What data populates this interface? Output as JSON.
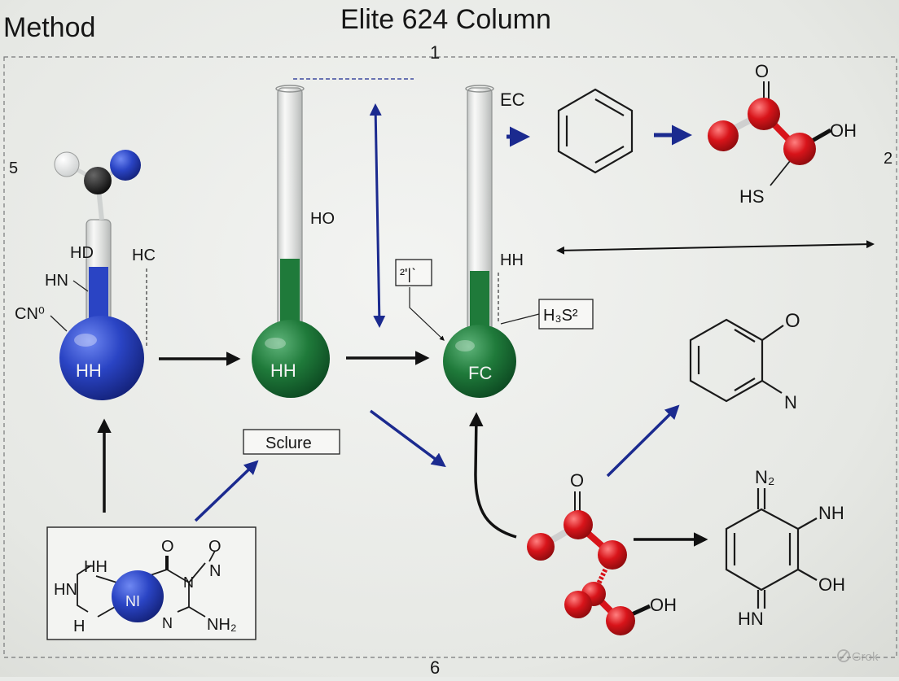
{
  "header": {
    "method": "Method",
    "title": "Elite 624 Column"
  },
  "markers": {
    "top": "1",
    "right": "2",
    "left": "5",
    "bottom": "6"
  },
  "flasks": {
    "blue": {
      "bulb_label": "HH",
      "labels": {
        "hd": "HD",
        "hn": "HN",
        "cno": "CN⁰",
        "hc": "HC"
      }
    },
    "green_middle": {
      "bulb_label": "HH",
      "label_ho": "HO"
    },
    "green_right": {
      "bulb_label": "FC",
      "label_ec": "EC",
      "label_hh": "HH"
    }
  },
  "boxes": {
    "source": "Sclure",
    "small_symbol": "²'|ˋ",
    "h3s2": "H₃S²"
  },
  "molecules": {
    "thioacid": {
      "o": "O",
      "oh": "OH",
      "hs": "HS"
    },
    "aminophenol": {
      "o": "O",
      "n": "N"
    },
    "quinone": {
      "n2": "N₂",
      "nh": "NH",
      "oh": "OH",
      "hn": "HN"
    },
    "chain": {
      "o": "O",
      "oh": "OH"
    },
    "boxed_ring": {
      "o1": "O",
      "o2": "O",
      "n_eq": "N",
      "n": "N",
      "hh": "HH",
      "hn": "HN",
      "h": "H",
      "n_ring": "N",
      "nh2": "NH₂",
      "ni": "NI"
    }
  },
  "watermark": "Grok",
  "colors": {
    "blue_liquid": "#2a44c4",
    "green_liquid": "#1f7a3a",
    "red_atom": "#d8141a",
    "arrow_navy": "#1b2a8f",
    "arrow_black": "#111111"
  }
}
